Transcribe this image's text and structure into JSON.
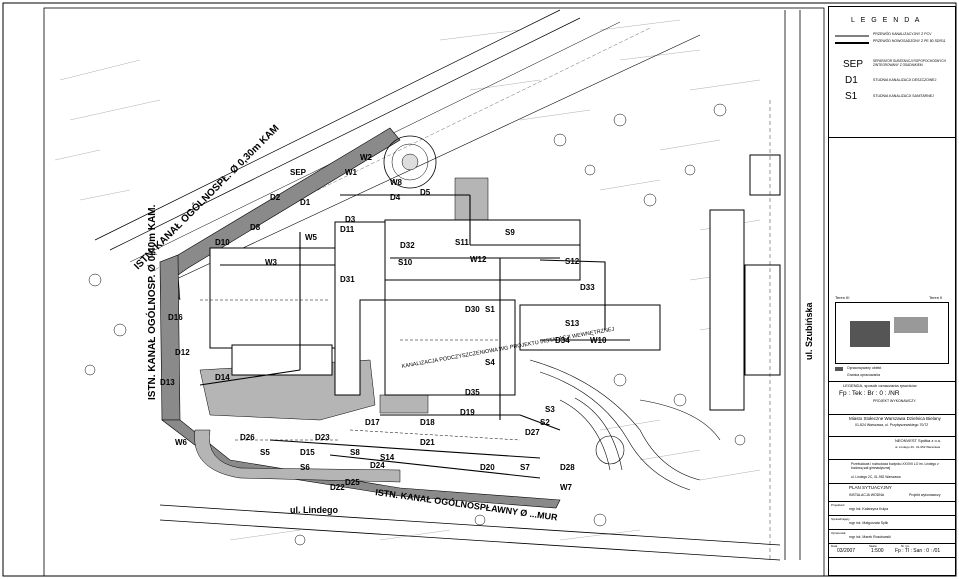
{
  "legend": {
    "title": "L E G E N D A",
    "lines": [
      {
        "label": "PRZEWÓD KANALIZACYJNY Z PCV"
      },
      {
        "label": "PRZEWÓD NOWOSADZONY Z PE 80 SDR11"
      }
    ],
    "symbols": [
      {
        "code": "SEP",
        "label": "SEPARATOR SUBSTANCJI ROPOPOCHODNYCH ZINTEGROWANY Z OSADNIKIEM"
      },
      {
        "code": "D1",
        "label": "STUDNIA KANALIZACJI DESZCZOWEJ"
      },
      {
        "code": "S1",
        "label": "STUDNIA KANALIZACJI SANITARNEJ"
      }
    ]
  },
  "keyplan": {
    "left_label": "Teren III",
    "right_label": "Teren II",
    "legend1": "Opracowywany obiekt",
    "legend2": "Granica opracowania"
  },
  "stamp": {
    "header": "LEGENDA, sposób oznaczania rysunków",
    "code": "Fp : Tek : Br : 0 : /NR",
    "note": "PROJEKT WYKONAWCZY",
    "client": "Miasto Stołeczne Warszawa Dzielnica Bielany",
    "client_address": "01-824 Warszawa, ul. Przybyszewskiego 70/72",
    "designer": "NEONVEST Spółka z o.o.",
    "designer_address": "ul. Lindego 2C, 01-952 Warszawa",
    "project_desc": "Przebudowa i rozbudowa budynku XXXVII LO im. Lindego z budową sali gimnastycznej",
    "address": "ul. Lindego 2C, 01-952 Warszawa",
    "drawing_title": "PLAN SYTUACYJNY",
    "discipline": "INSTALACJA WODNA",
    "stage": "Projekt wykonawczy",
    "role1": "Projektant",
    "person1": "mgr inż. Katarzyna Kulpa",
    "role2": "Sprawdzający",
    "person2": "mgr inż. Małgorzata Sylik",
    "role3": "Opracował",
    "person3": "mgr inż. Marek Rosołowski",
    "date_label": "Data",
    "date": "03/2007",
    "scale_label": "Skala",
    "scale": "1:500",
    "number_label": "Nr rys.",
    "number": "Fp : Tl : San : 0 : /01"
  },
  "plan_labels": {
    "street_bottom": "ul. Lindego",
    "street_right": "ul. Szubińska",
    "channel_diag": "ISTN. KANAŁ OGÓLNOSPŁ. Ø 0,30m KAM",
    "channel_left": "ISTN. KANAŁ OGÓLNOSP. Ø 0,40m KAM.",
    "channel_bottom": "ISTN. KANAŁ OGÓLNOSPŁAWNY Ø ...MUR",
    "building_note": "KANALIZACJA PODCZYSZCZENIOWA WG PROJEKTU INSTALACJI WEWNĘTRZNEJ",
    "wells": [
      "D1",
      "D2",
      "D3",
      "D4",
      "D5",
      "D8",
      "D10",
      "D11",
      "D12",
      "D13",
      "D14",
      "D15",
      "D16",
      "D17",
      "D18",
      "D19",
      "D20",
      "D21",
      "D22",
      "D23",
      "D24",
      "D25",
      "D26",
      "D27",
      "D28",
      "D30",
      "D31",
      "D32",
      "D33",
      "D34",
      "D35",
      "S1",
      "S2",
      "S3",
      "S4",
      "S5",
      "S6",
      "S7",
      "S8",
      "S9",
      "S10",
      "S11",
      "S12",
      "S13",
      "S14",
      "W1",
      "W2",
      "W3",
      "W5",
      "W6",
      "W7",
      "W8",
      "W10",
      "W12",
      "SEP"
    ]
  }
}
